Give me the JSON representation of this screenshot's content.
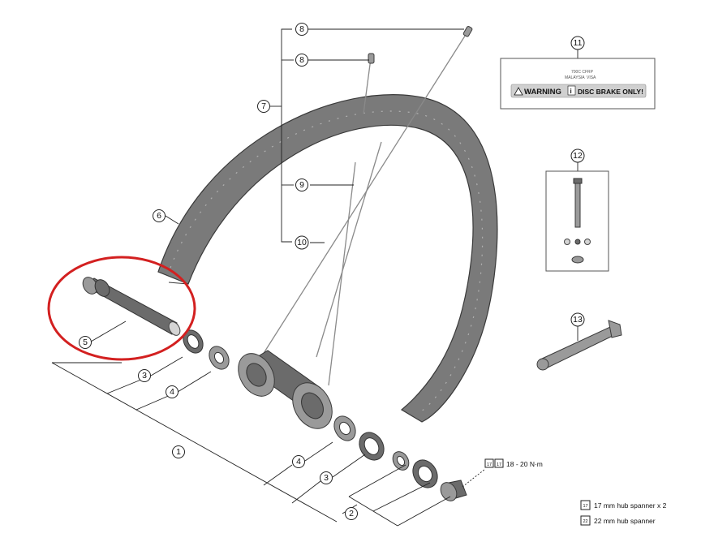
{
  "callouts": {
    "c1": "1",
    "c2": "2",
    "c3a": "3",
    "c3b": "3",
    "c4a": "4",
    "c4b": "4",
    "c5": "5",
    "c6": "6",
    "c7": "7",
    "c8a": "8",
    "c8b": "8",
    "c9": "9",
    "c10": "10",
    "c11": "11",
    "c12": "12",
    "c13": "13"
  },
  "label_sticker": {
    "line1": "700C CFRP",
    "line2": "MALAYSIA",
    "line3": "VISA",
    "warning_word": "WARNING",
    "warning_text": "DISC BRAKE ONLY!",
    "info_icon": "i"
  },
  "torque": {
    "value": "18 - 20 N·m",
    "tool_icon_number": "17"
  },
  "legend": {
    "items": [
      {
        "icon_number": "17",
        "label": "17 mm hub spanner x 2"
      },
      {
        "icon_number": "22",
        "label": "22 mm hub spanner"
      }
    ]
  },
  "colors": {
    "highlight": "#d32020",
    "part": "#6b6b6b"
  }
}
